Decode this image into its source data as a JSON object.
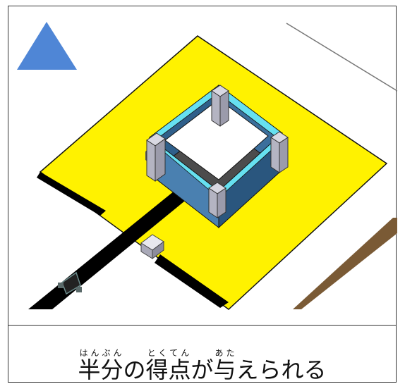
{
  "symbol": {
    "shape": "triangle",
    "color": "#4f86d6"
  },
  "scene": {
    "field_color": "#fff200",
    "goal_wall_color": "#2f5f8a",
    "goal_rim_color": "#66e0f0",
    "line_color": "#000000",
    "road_color": "#7a5a35"
  },
  "caption": {
    "segments": [
      {
        "base": "半分",
        "ruby": "はんぶん"
      },
      {
        "base": "の",
        "ruby": ""
      },
      {
        "base": "得点",
        "ruby": "とくてん"
      },
      {
        "base": "が",
        "ruby": ""
      },
      {
        "base": "与",
        "ruby": "あた"
      },
      {
        "base": "えられる",
        "ruby": ""
      }
    ]
  }
}
